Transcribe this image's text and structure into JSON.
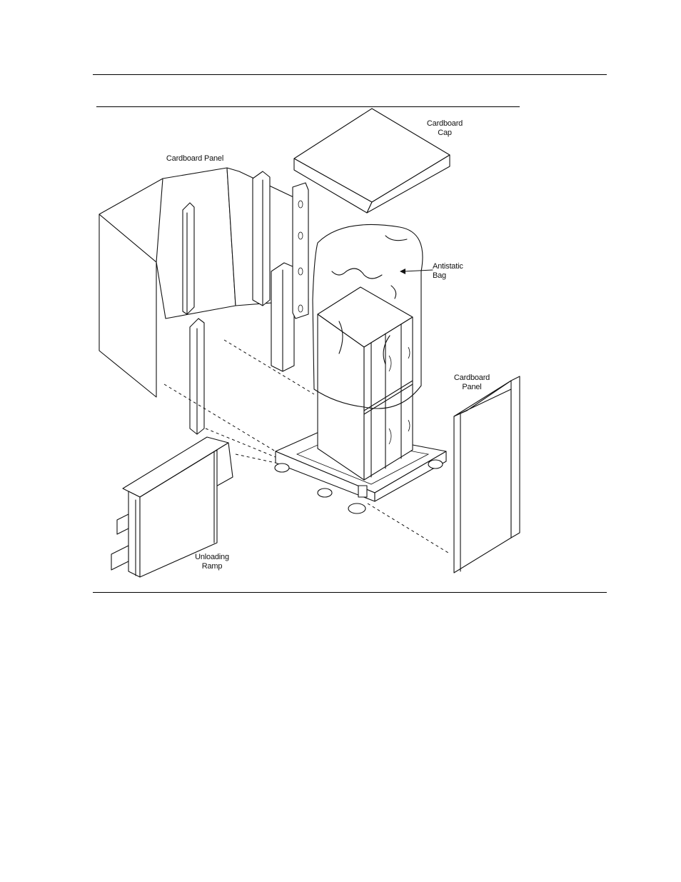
{
  "labels": {
    "cardboard_cap": "Cardboard\nCap",
    "cardboard_panel_left": "Cardboard Panel",
    "antistatic_bag": "Antistatic\nBag",
    "cardboard_panel_right": "Cardboard\nPanel",
    "unloading_ramp": "Unloading\nRamp"
  },
  "colors": {
    "line": "#111111",
    "background": "#ffffff"
  }
}
